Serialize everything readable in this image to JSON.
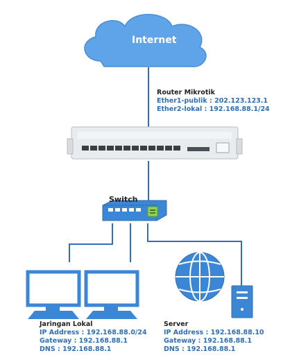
{
  "internet": {
    "label": "Internet"
  },
  "router": {
    "title": "Router Mikrotik",
    "lines": [
      "Ether1-publik : 202.123.123.1",
      "Ether2-lokal  : 192.168.88.1/24"
    ]
  },
  "switch": {
    "label": "Switch"
  },
  "lan": {
    "title": "Jaringan Lokal",
    "lines": [
      "IP Address : 192.168.88.0/24",
      "Gateway : 192.168.88.1",
      "DNS : 192.168.88.1"
    ]
  },
  "server": {
    "title": "Server",
    "lines": [
      "IP Address : 192.168.88.10",
      "Gateway : 192.168.88.1",
      "DNS : 192.168.88.1"
    ]
  },
  "colors": {
    "cloud": "#4a90d9",
    "link": "#2f6fb5",
    "accent_text": "#2f6fb5",
    "monitor": "#3b87d6",
    "globe": "#2f6fb5"
  }
}
